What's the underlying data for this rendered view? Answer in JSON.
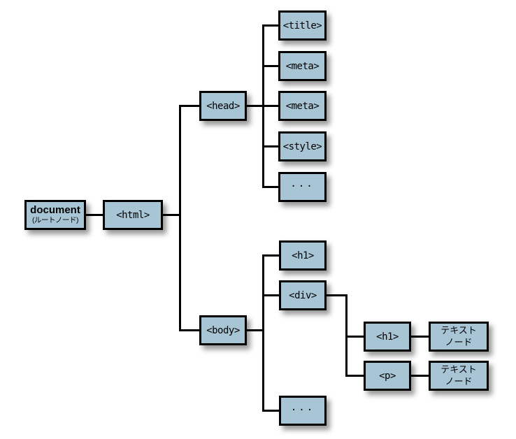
{
  "diagram": {
    "description": "DOM tree structure diagram",
    "colors": {
      "node_fill": "#a8c5d5",
      "node_border": "#000000",
      "connector": "#000000",
      "background": "#ffffff"
    },
    "nodes": {
      "document": {
        "label": "document",
        "sublabel": "(ルートノード)"
      },
      "html": {
        "label": "<html>"
      },
      "head": {
        "label": "<head>"
      },
      "body": {
        "label": "<body>"
      },
      "title": {
        "label": "<title>"
      },
      "meta1": {
        "label": "<meta>"
      },
      "meta2": {
        "label": "<meta>"
      },
      "style": {
        "label": "<style>"
      },
      "head_more": {
        "label": "..."
      },
      "body_h1": {
        "label": "<h1>"
      },
      "body_div": {
        "label": "<div>"
      },
      "body_more": {
        "label": "..."
      },
      "div_h1": {
        "label": "<h1>"
      },
      "div_p": {
        "label": "<p>"
      },
      "text_node_1": {
        "label": "テキスト\nノード"
      },
      "text_node_2": {
        "label": "テキスト\nノード"
      }
    }
  }
}
